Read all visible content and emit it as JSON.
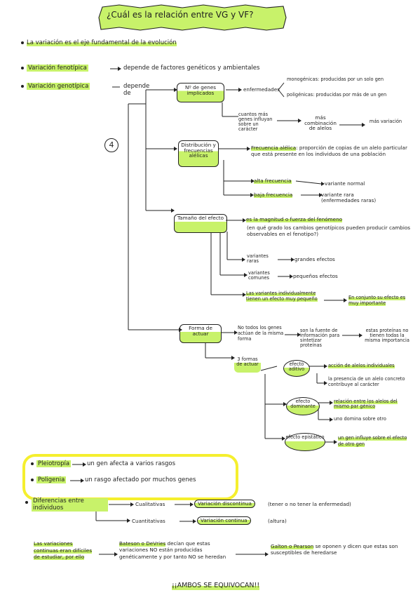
{
  "title": "¿Cuál es la relación entre VG y VF?",
  "points": {
    "p1": "La variación es el eje fundamental de la evolución",
    "p2_label": "Variación fenotípica",
    "p2_text": "depende de factores genéticos y ambientales",
    "p3_label": "Variación genotípica",
    "p3_text": "depende de"
  },
  "number_circle": "4",
  "box_genes": "Nº de genes implicados",
  "enfermedades": "enfermedades",
  "monogenicas": "monogénicas: producidas por un solo gen",
  "poligenicas": "poligénicas: producidas por más de un gen",
  "cuantos_genes": "cuantos más genes influyan sobre un carácter",
  "mas_combinacion": "más combinación de alelos",
  "mas_variacion": "más variación",
  "box_distribucion": "Distribución y frecuencias alélicas",
  "frecuencia_label": "Frecuencia alélica",
  "frecuencia_text": ": proporción de copias de un alelo particular que está presente en los individuos de una población",
  "alta_frecuencia": "alta frecuencia",
  "variante_normal": "variante normal",
  "baja_frecuencia": "baja frecuencia",
  "variante_rara": "variante rara (enfermedades raras)",
  "box_tamano": "Tamaño del efecto",
  "magnitud": "es la magnitud o fuerza del fenómeno",
  "magnitud_text": "(en qué grado los cambios genotípicos pueden producir cambios observables en el fenotipo?)",
  "variantes_raras": "variantes raras",
  "grandes_efectos": "grandes efectos",
  "variantes_comunes": "variantes comunes",
  "pequenos_efectos": "pequeños efectos",
  "variantes_individual": "Las variantes individualmente tienen un efecto muy pequeño",
  "en_conjunto": "En conjunto su efecto es muy importante",
  "box_forma": "Forma de actuar",
  "no_todos": "No todos los genes actúan de la misma forma",
  "fuente": "son la fuente de información para sintetizar proteínas",
  "estas_proteinas": "estas proteínas no tienen todas la misma importancia",
  "formas_label": "3 formas de actuar",
  "efecto_aditivo": "efecto aditivo",
  "accion_alelos": "acción de alelos individuales",
  "presencia": "la presencia de un alelo concreto contribuye al carácter",
  "efecto_dominante": "efecto dominante",
  "relacion_alelos": "relación entre los alelos del mismo par génico",
  "uno_domina": "uno domina sobre otro",
  "efecto_epistatico": "efecto epistático",
  "gen_influye": "un gen influye sobre el efecto de otro gen",
  "pleiotropia_label": "Pleiotropía",
  "pleiotropia_text": "un gen afecta a varios rasgos",
  "poligenia_label": "Poligenia",
  "poligenia_text": "un rasgo afectado por muchos genes",
  "diferencias_label": "Diferencias entre individuos",
  "cualitativas": "Cualitativas",
  "variacion_discontinua": "Variación discontinua",
  "discontinua_text": "(tener o no tener la enfermedad)",
  "cuantitativas": "Cuantitativas",
  "variacion_continua": "Variación continua",
  "continua_text": "(altura)",
  "variaciones_continuas": "Las variaciones continuas eran difíciles de estudiar, por ello",
  "bateson": "Bateson o DeVries",
  "bateson_text": "decían que estas variaciones NO están producidas genéticamente y por tanto NO se heredan",
  "galton": "Galton o Pearson",
  "galton_text": "se oponen y dicen que estas son susceptibles de heredarse",
  "final": "¡¡AMBOS SE EQUIVOCAN!!",
  "colors": {
    "highlight": "#c8f26a",
    "yellow_box": "#f5ef2e",
    "ink": "#1f1f1f"
  }
}
